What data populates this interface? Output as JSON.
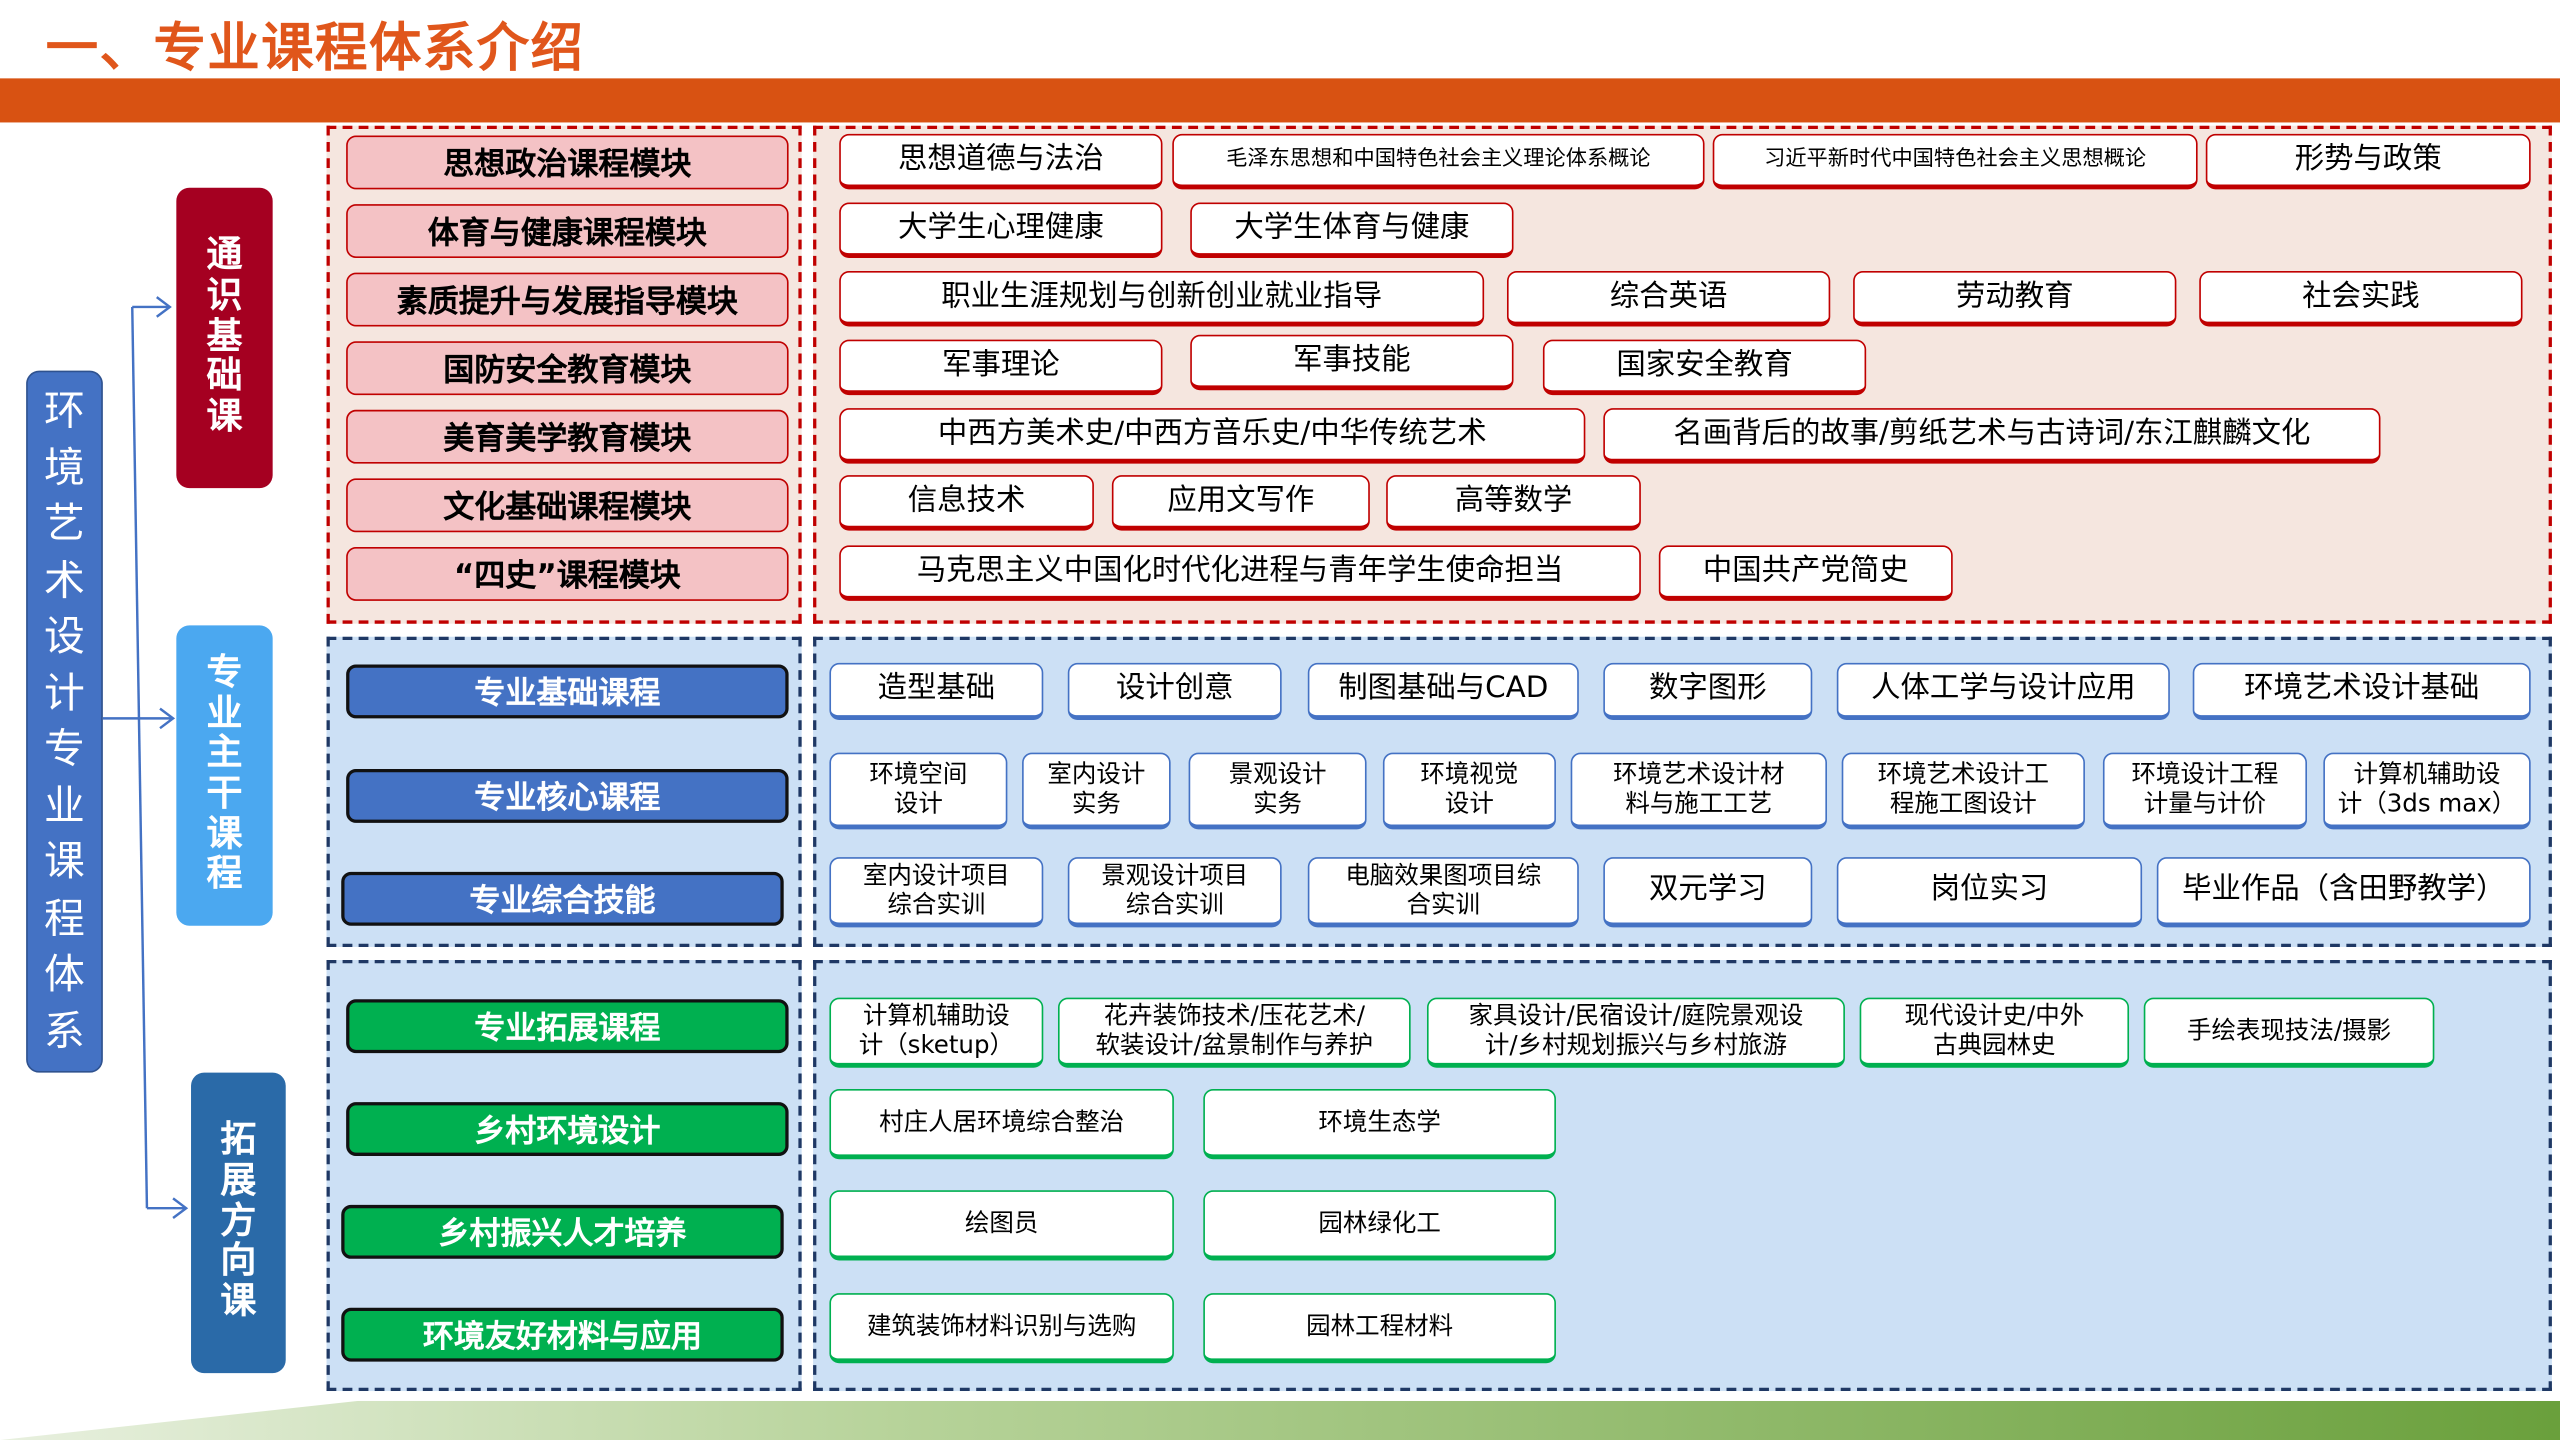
{
  "title": "一、专业课程体系介绍",
  "colors": {
    "accent": "#D85212",
    "general": "#A50021",
    "major": "#4BA8F0",
    "expand": "#2A6AA8",
    "root": "#4472C4",
    "green": "#00B050"
  },
  "root": "环\n境\n艺\n术\n设\n计\n专\n业\n课\n程\n体\n系",
  "categories": {
    "general": "通\n识\n基\n础\n课",
    "major": "专\n业\n主\n干\n课\n程",
    "expand": "拓\n展\n方\n向\n课"
  },
  "general": {
    "modules": [
      "思想政治课程模块",
      "体育与健康课程模块",
      "素质提升与发展指导模块",
      "国防安全教育模块",
      "美育美学教育模块",
      "文化基础课程模块",
      "“四史”课程模块"
    ],
    "rows": [
      [
        "思想道德与法治",
        "毛泽东思想和中国特色社会主义理论体系概论",
        "习近平新时代中国特色社会主义思想概论",
        "形势与政策"
      ],
      [
        "大学生心理健康",
        "大学生体育与健康"
      ],
      [
        "职业生涯规划与创新创业就业指导",
        "综合英语",
        "劳动教育",
        "社会实践"
      ],
      [
        "军事理论",
        "军事技能",
        "国家安全教育"
      ],
      [
        "中西方美术史/中西方音乐史/中华传统艺术",
        "名画背后的故事/剪纸艺术与古诗词/东江麒麟文化"
      ],
      [
        "信息技术",
        "应用文写作",
        "高等数学"
      ],
      [
        "马克思主义中国化时代化进程与青年学生使命担当",
        "中国共产党简史"
      ]
    ]
  },
  "major": {
    "modules": [
      "专业基础课程",
      "专业核心课程",
      "专业综合技能"
    ],
    "rows": [
      [
        "造型基础",
        "设计创意",
        "制图基础与CAD",
        "数字图形",
        "人体工学与设计应用",
        "环境艺术设计基础"
      ],
      [
        "环境空间\n设计",
        "室内设计\n实务",
        "景观设计\n实务",
        "环境视觉\n设计",
        "环境艺术设计材\n料与施工工艺",
        "环境艺术设计工\n程施工图设计",
        "环境设计工程\n计量与计价",
        "计算机辅助设\n计（3ds max）"
      ],
      [
        "室内设计项目\n综合实训",
        "景观设计项目\n综合实训",
        "电脑效果图项目综\n合实训",
        "双元学习",
        "岗位实习",
        "毕业作品（含田野教学）"
      ]
    ]
  },
  "expand": {
    "modules": [
      "专业拓展课程",
      "乡村环境设计",
      "乡村振兴人才培养",
      "环境友好材料与应用"
    ],
    "rows": [
      [
        "计算机辅助设\n计（sketup）",
        "花卉装饰技术/压花艺术/\n软装设计/盆景制作与养护",
        "家具设计/民宿设计/庭院景观设\n计/乡村规划振兴与乡村旅游",
        "现代设计史/中外\n古典园林史",
        "手绘表现技法/摄影"
      ],
      [
        "村庄人居环境综合整治",
        "环境生态学"
      ],
      [
        "绘图员",
        "园林绿化工"
      ],
      [
        "建筑装饰材料识别与选购",
        "园林工程材料"
      ]
    ]
  }
}
